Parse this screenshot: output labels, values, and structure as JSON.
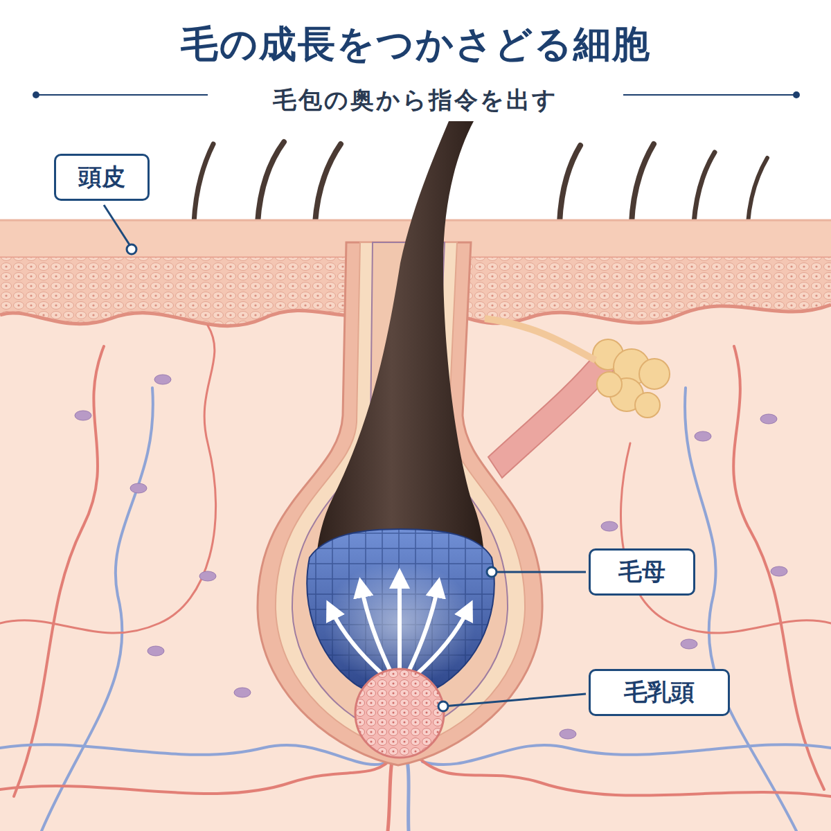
{
  "diagram": {
    "title": "毛の成長をつかさどる細胞",
    "nodes": [
      {
        "text": [
          "頭皮"
        ]
      },
      {
        "text": [
          "毛母"
        ]
      },
      {
        "text": [
          "毛乳頭"
        ]
      }
    ],
    "labels": [
      "毛包の奥から指令を出す"
    ]
  }
}
